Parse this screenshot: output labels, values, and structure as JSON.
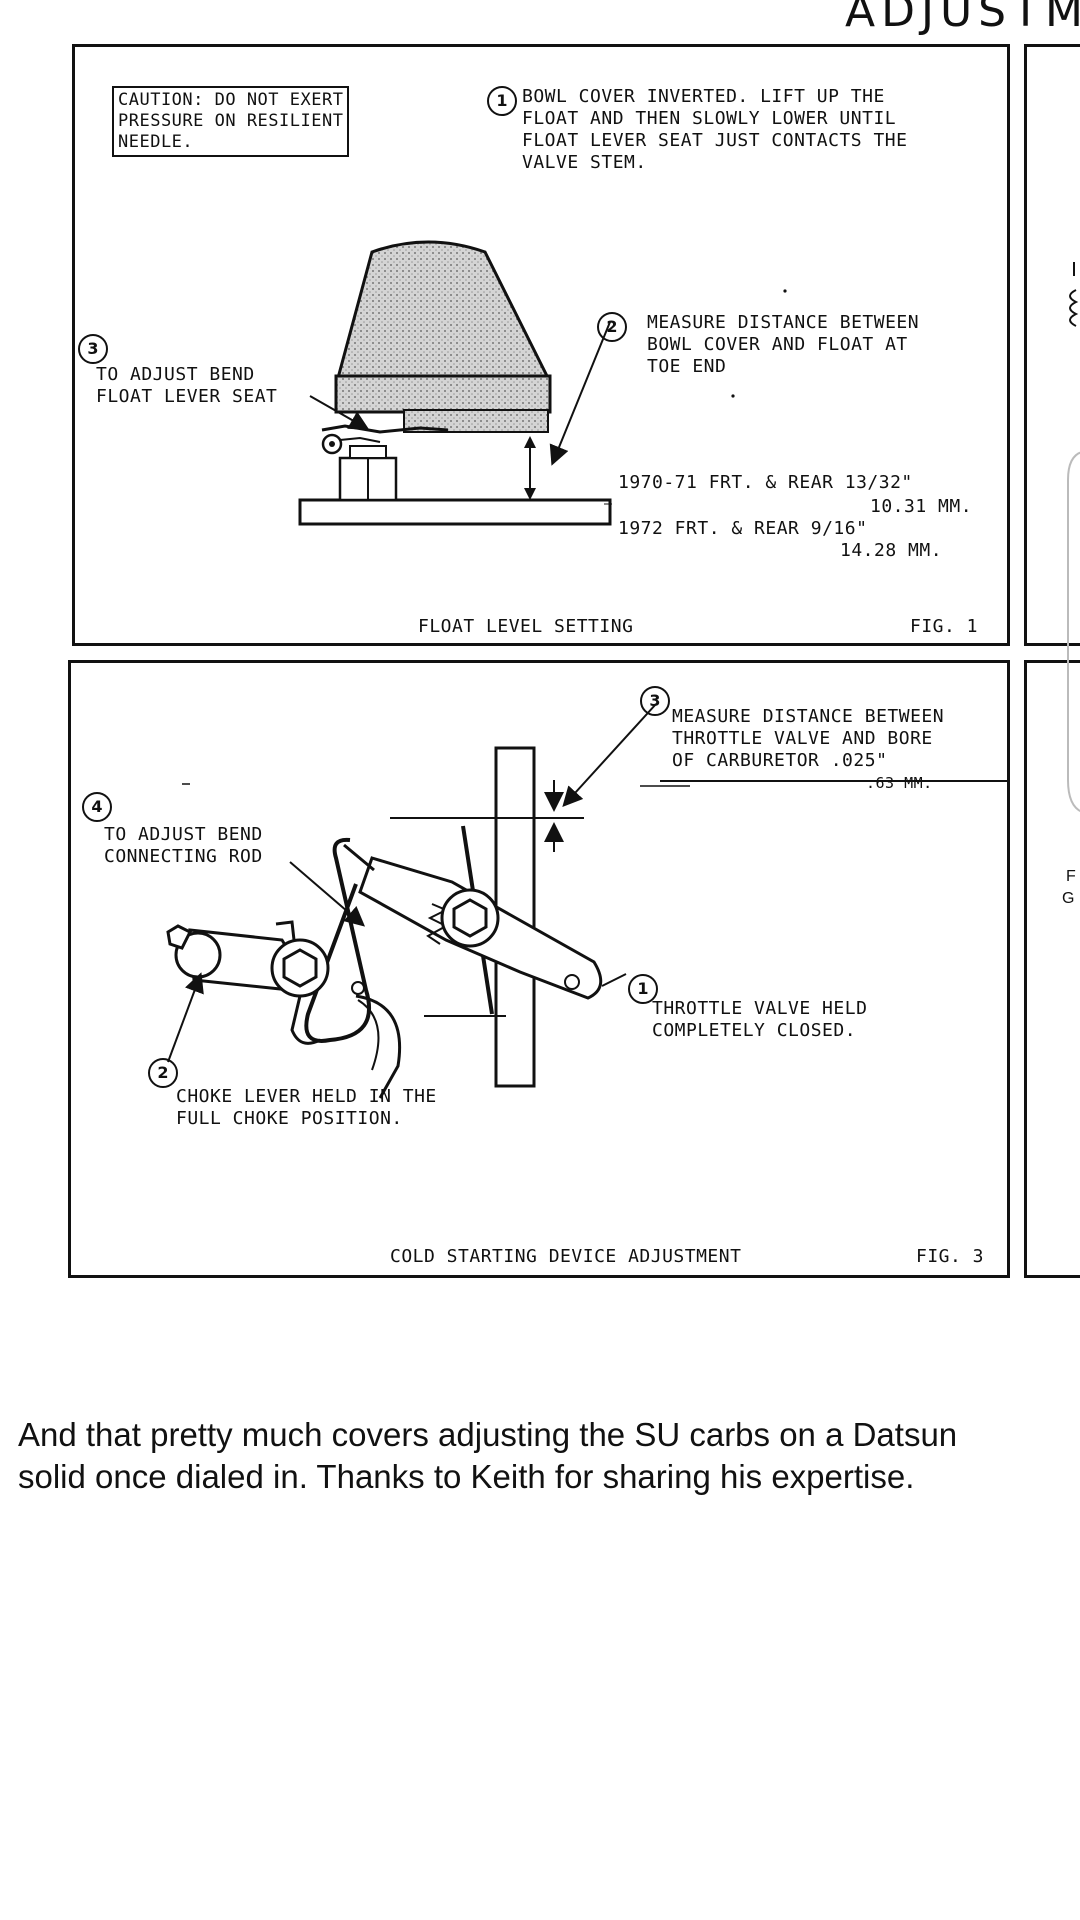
{
  "header": {
    "title_fragment": "ADJUSTME"
  },
  "fig1": {
    "caution": "CAUTION: DO NOT EXERT\nPRESSURE ON RESILIENT\nNEEDLE.",
    "step1_num": "1",
    "step1": "BOWL COVER INVERTED. LIFT UP THE\nFLOAT AND THEN SLOWLY LOWER UNTIL\nFLOAT LEVER SEAT JUST CONTACTS THE\nVALVE STEM.",
    "step2_num": "2",
    "step2": "MEASURE DISTANCE BETWEEN\nBOWL COVER AND FLOAT AT\nTOE END",
    "step3_num": "3",
    "step3": "TO ADJUST BEND\nFLOAT LEVER SEAT",
    "spec1": "1970-71 FRT. & REAR 13/32\"",
    "spec1_mm": "10.31 MM.",
    "spec2": "1972 FRT. & REAR 9/16\"",
    "spec2_mm": "14.28 MM.",
    "caption": "FLOAT LEVEL SETTING",
    "fig_label": "FIG. 1"
  },
  "fig3": {
    "step3_num": "3",
    "step3": "MEASURE DISTANCE BETWEEN\nTHROTTLE VALVE AND BORE\nOF CARBURETOR .025\"",
    "step3_mm": ".63 MM.",
    "step4_num": "4",
    "step4": "TO ADJUST BEND\nCONNECTING ROD",
    "step1_num": "1",
    "step1": "THROTTLE VALVE HELD\nCOMPLETELY CLOSED.",
    "step2_num": "2",
    "step2": "CHOKE LEVER HELD IN THE\nFULL CHOKE POSITION.",
    "caption": "COLD STARTING DEVICE ADJUSTMENT",
    "fig_label": "FIG. 3"
  },
  "right_partial": {
    "text_line1": "F",
    "text_line2": "G"
  },
  "body_text": "And that pretty much covers adjusting the SU carbs on a Datsun\nsolid once dialed in. Thanks to Keith for sharing his expertise."
}
